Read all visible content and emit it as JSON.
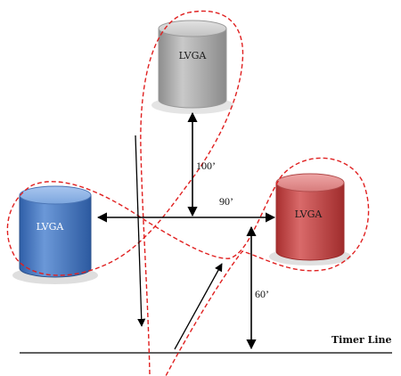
{
  "diagram": {
    "cylinders": {
      "top": {
        "label": "LVGA",
        "color": "#a8a8a8"
      },
      "left": {
        "label": "LVGA",
        "color": "#4a7bc4"
      },
      "right": {
        "label": "LVGA",
        "color": "#c44545"
      }
    },
    "distances": {
      "vertical_top": "100’",
      "horizontal": "90’",
      "to_timer_line": "60’"
    },
    "timer_line_label": "Timer Line",
    "colors": {
      "path": "#e02020",
      "arrow": "#000000"
    }
  }
}
